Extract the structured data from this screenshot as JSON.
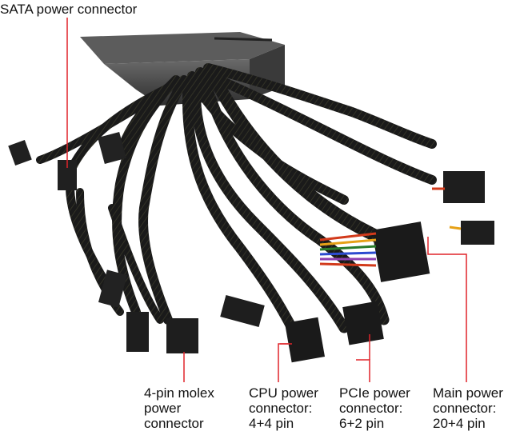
{
  "labels": {
    "sata": {
      "line1": "SATA power connector"
    },
    "molex": {
      "line1": "4-pin molex",
      "line2": "power",
      "line3": "connector"
    },
    "cpu": {
      "line1": "CPU power",
      "line2": "connector:",
      "line3": "4+4 pin"
    },
    "pcie": {
      "line1": "PCIe power",
      "line2": "connector:",
      "line3": "6+2 pin"
    },
    "main": {
      "line1": "Main power",
      "line2": "connector:",
      "line3": "20+4 pin"
    }
  },
  "colors": {
    "leader_line": "#e0242a",
    "cable_sleeve": "#1b1b1b",
    "psu_body": "#4a4a4a"
  },
  "icons": [
    "psu-unit-icon",
    "braided-cable-icon",
    "connector-plug-icon"
  ]
}
